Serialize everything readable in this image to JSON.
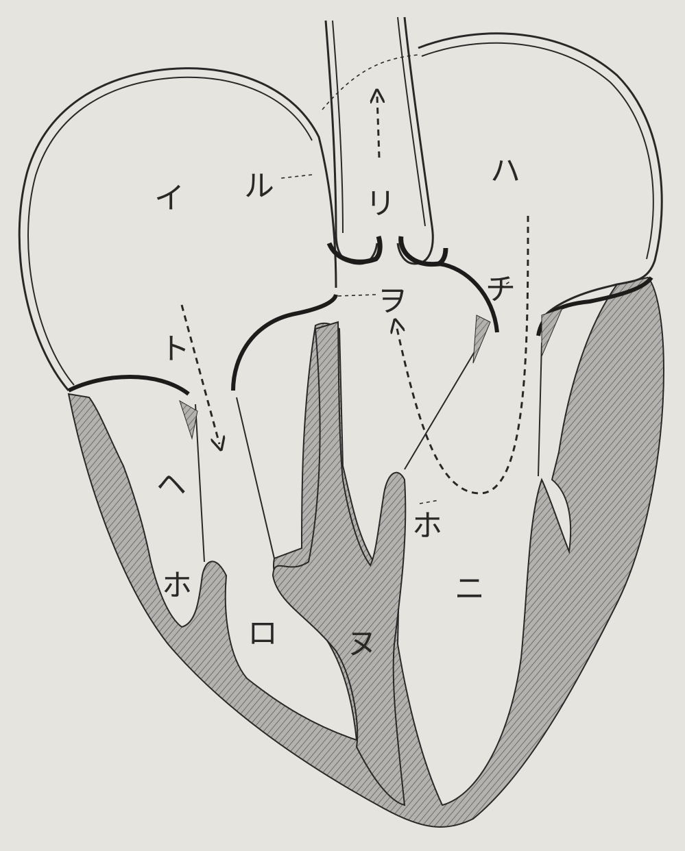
{
  "colors": {
    "paper": "#e6e4df",
    "ink": "#2a2826",
    "wall_fill": "#a9a7a3"
  },
  "labels": {
    "i": "イ",
    "ro": "ロ",
    "ha": "ハ",
    "ni": "ニ",
    "ho_left": "ホ",
    "ho_right": "ホ",
    "he": "ヘ",
    "to": "ト",
    "chi": "チ",
    "ri": "リ",
    "nu": "ヌ",
    "ru": "ル",
    "wo": "ヲ"
  }
}
